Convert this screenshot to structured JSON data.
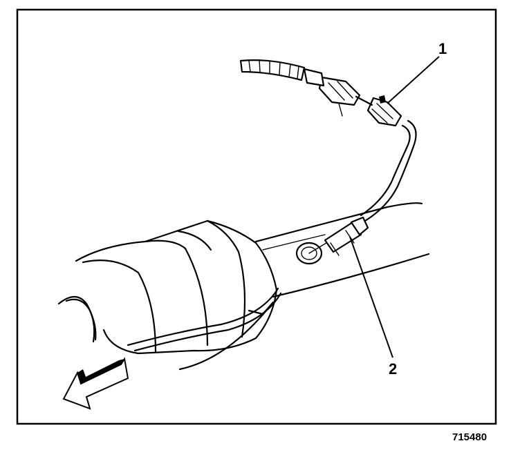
{
  "figure_id": "715480",
  "callouts": [
    {
      "id": "1",
      "label": "1"
    },
    {
      "id": "2",
      "label": "2"
    }
  ],
  "colors": {
    "ink": "#000000",
    "paper": "#ffffff"
  }
}
